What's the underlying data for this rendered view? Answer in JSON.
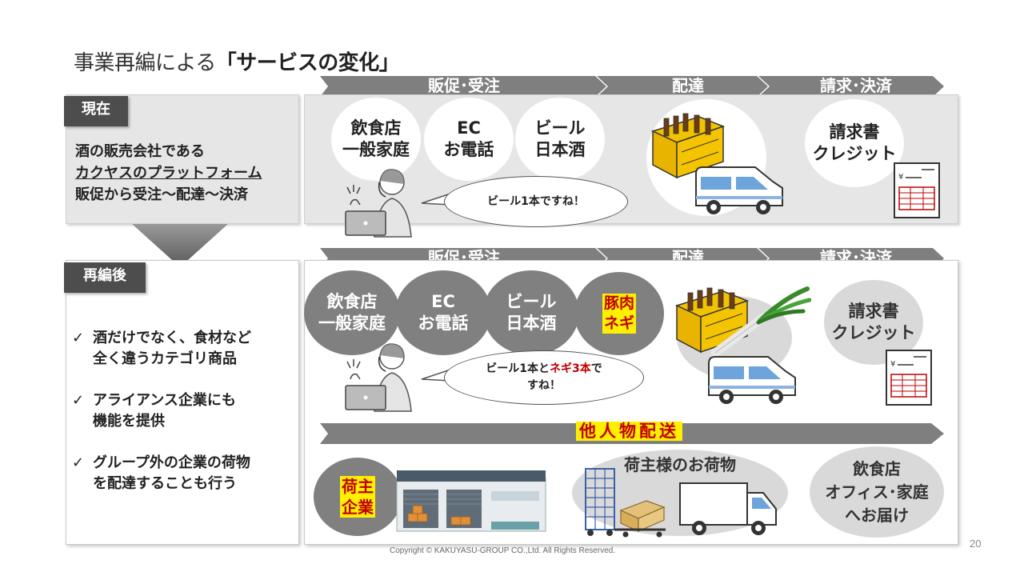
{
  "title": {
    "normal": "事業再編による",
    "bold": "「サービスの変化」"
  },
  "current": {
    "tag": "現在",
    "desc_line1": "酒の販売会社である",
    "desc_line2": "カクヤスのプラットフォーム",
    "desc_line3": "販促から受注～配達～決済"
  },
  "after": {
    "tag": "再編後",
    "bullets": [
      {
        "line1": "酒だけでなく、食材など",
        "line2": "全く違うカテゴリ商品"
      },
      {
        "line1": "アライアンス企業にも",
        "line2": "機能を提供"
      },
      {
        "line1": "グループ外の企業の荷物",
        "line2": "を配達することも行う"
      }
    ]
  },
  "flow": {
    "stage1": "販促･受注",
    "stage2": "配達",
    "stage3": "請求･決済"
  },
  "top": {
    "circles": [
      {
        "line1": "飲食店",
        "line2": "一般家庭"
      },
      {
        "line1": "EC",
        "line2": "お電話"
      },
      {
        "line1": "ビール",
        "line2": "日本酒"
      }
    ],
    "bubble": "ビール1本ですね！",
    "billing": {
      "line1": "請求書",
      "line2": "クレジット"
    }
  },
  "bottom": {
    "circles": [
      {
        "line1": "飲食店",
        "line2": "一般家庭"
      },
      {
        "line1": "EC",
        "line2": "お電話"
      },
      {
        "line1": "ビール",
        "line2": "日本酒"
      }
    ],
    "new_circle": {
      "line1": "豚肉",
      "line2": "ネギ"
    },
    "bubble": {
      "part1": "ビール1本と",
      "part2": "ネギ3本",
      "part3": "で",
      "line2": "すね！"
    },
    "billing": {
      "line1": "請求書",
      "line2": "クレジット"
    },
    "third_party": "他人物配送",
    "shipper": {
      "line1": "荷主",
      "line2": "企業"
    },
    "cargo": "荷主様のお荷物",
    "destination": {
      "line1": "飲食店",
      "line2": "オフィス･家庭",
      "line3": "へお届け"
    }
  },
  "footer": {
    "copyright": "Copyright © KAKUYASU-GROUP CO.,Ltd. All Rights Reserved.",
    "page": "20"
  },
  "colors": {
    "tag_bg": "#4d4d4d",
    "arrow_bg": "#7f7f7f",
    "highlight_bg": "#ffef00",
    "highlight_text": "#c00000"
  }
}
